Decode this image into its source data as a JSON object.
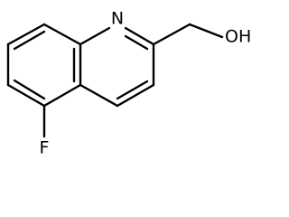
{
  "molecule": {
    "atoms": {
      "nitrogen": "N",
      "hydroxyl": "OH",
      "fluorine": "F"
    },
    "colors": {
      "bonds": "#000000",
      "labels": "#000000",
      "background": "#ffffff"
    }
  }
}
